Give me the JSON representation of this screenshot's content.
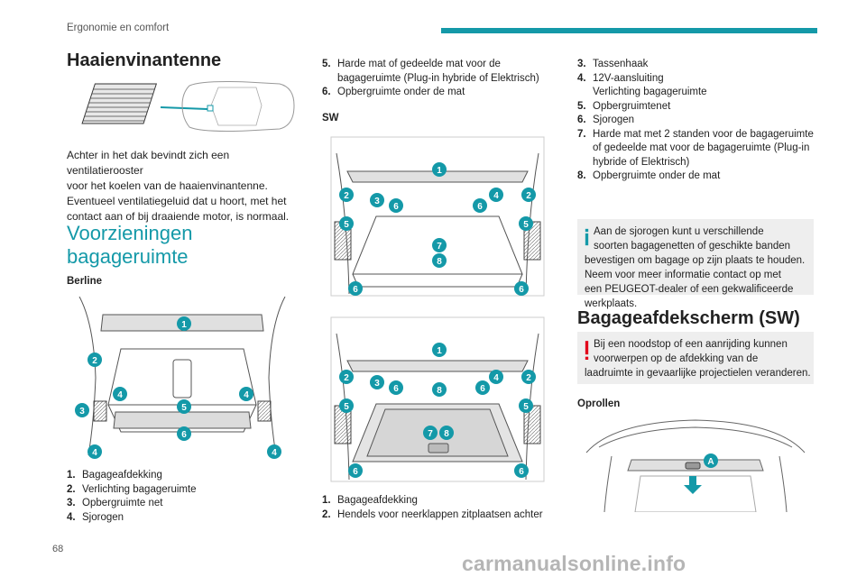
{
  "header": {
    "section": "Ergonomie en comfort",
    "accent": "#1499a8"
  },
  "page_number": "68",
  "watermark": "carmanualsonline.info",
  "col1": {
    "title1": "Haaienvinantenne",
    "para1": [
      "Achter in het dak bevindt zich een ventilatierooster",
      "voor het koelen van de haaienvinantenne.",
      "Eventueel ventilatiegeluid dat u hoort, met het",
      "contact aan of bij draaiende motor, is normaal."
    ],
    "title2": [
      "Voorzieningen",
      "bagageruimte"
    ],
    "sub_berline": "Berline",
    "items": [
      {
        "n": "1.",
        "text": "Bagageafdekking"
      },
      {
        "n": "2.",
        "text": "Verlichting bagageruimte"
      },
      {
        "n": "3.",
        "text": "Opbergruimte net"
      },
      {
        "n": "4.",
        "text": "Sjorogen"
      }
    ],
    "fig_berline_labels": [
      "1",
      "2",
      "3",
      "4",
      "4",
      "4",
      "4",
      "5",
      "6"
    ]
  },
  "col2": {
    "items": [
      {
        "n": "5.",
        "lines": [
          "Harde mat of gedeelde mat voor de",
          "bagageruimte (Plug-in hybride of Elektrisch)"
        ]
      },
      {
        "n": "6.",
        "lines": [
          "Opbergruimte onder de mat"
        ]
      }
    ],
    "sub_sw": "SW",
    "items_bottom": [
      {
        "n": "1.",
        "lines": [
          "Bagageafdekking"
        ]
      },
      {
        "n": "2.",
        "lines": [
          "Hendels voor neerklappen zitplaatsen achter"
        ]
      }
    ]
  },
  "col3": {
    "items": [
      {
        "n": "3.",
        "lines": [
          "Tassenhaak"
        ]
      },
      {
        "n": "4.",
        "lines": [
          "12V-aansluiting",
          "Verlichting bagageruimte"
        ]
      },
      {
        "n": "5.",
        "lines": [
          "Opbergruimtenet"
        ]
      },
      {
        "n": "6.",
        "lines": [
          "Sjorogen"
        ]
      },
      {
        "n": "7.",
        "lines": [
          "Harde mat met 2 standen voor de bagageruimte",
          "of gedeelde mat voor de bagageruimte (Plug-in",
          "hybride of Elektrisch)"
        ]
      },
      {
        "n": "8.",
        "lines": [
          "Opbergruimte onder de mat"
        ]
      }
    ],
    "info_note": [
      "Aan de sjorogen kunt u verschillende",
      "soorten bagagenetten of geschikte banden",
      "bevestigen om bagage op zijn plaats te houden.",
      "Neem voor meer informatie contact op met",
      "een PEUGEOT-dealer of een gekwalificeerde",
      "werkplaats."
    ],
    "title": "Bagageafdekscherm (SW)",
    "warning_note": [
      "Bij een noodstop of een aanrijding kunnen",
      "voorwerpen op de afdekking van de",
      "laadruimte in gevaarlijke projectielen veranderen."
    ],
    "sub_oprollen": "Oprollen",
    "fig_label": "A",
    "info_color": "#1499a8",
    "warning_color": "#e2001a"
  }
}
